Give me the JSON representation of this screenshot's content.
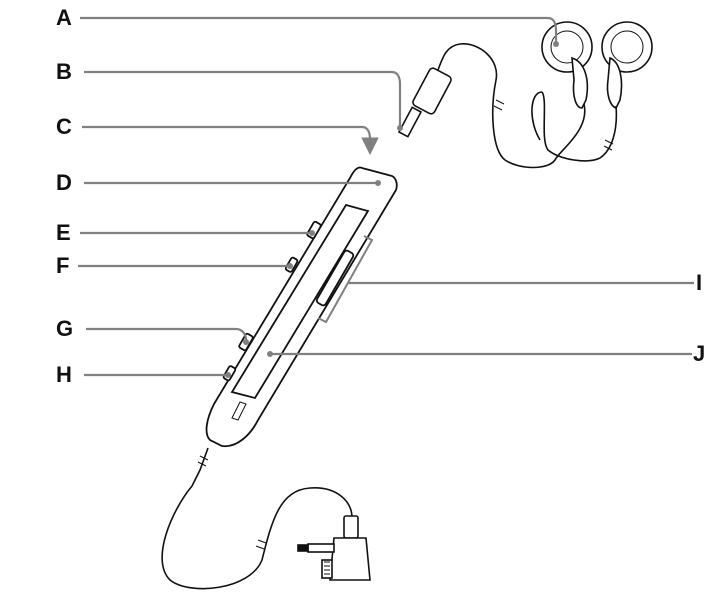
{
  "labels": {
    "A": "A",
    "B": "B",
    "C": "C",
    "D": "D",
    "E": "E",
    "F": "F",
    "G": "G",
    "H": "H",
    "I": "I",
    "J": "J"
  },
  "colors": {
    "leader": "#808080",
    "outline": "#111111",
    "fill": "#ffffff"
  }
}
